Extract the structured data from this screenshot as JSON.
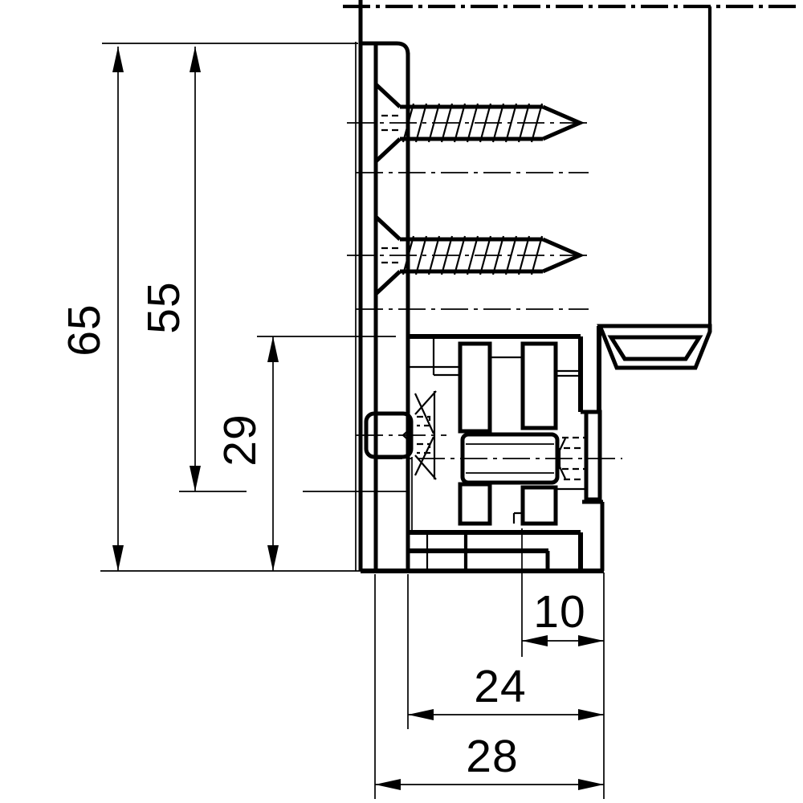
{
  "drawing": {
    "kind": "technical-cross-section",
    "background": "#ffffff",
    "ink": "#000000",
    "dimensions": {
      "d65": {
        "label": "65",
        "orientation": "vertical"
      },
      "d55": {
        "label": "55",
        "orientation": "vertical"
      },
      "d29": {
        "label": "29",
        "orientation": "vertical"
      },
      "d10": {
        "label": "10",
        "orientation": "horizontal"
      },
      "d24": {
        "label": "24",
        "orientation": "horizontal"
      },
      "d28": {
        "label": "28",
        "orientation": "horizontal"
      }
    }
  }
}
